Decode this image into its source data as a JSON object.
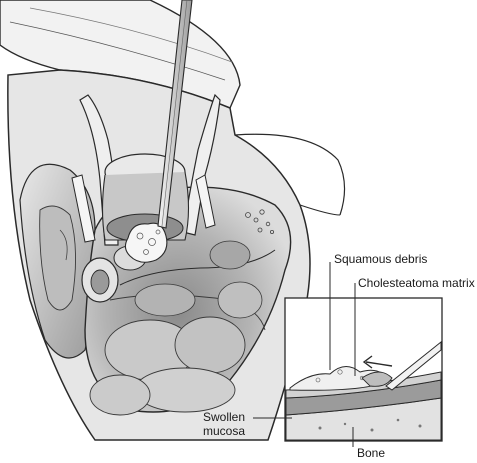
{
  "labels": {
    "squamous_debris": "Squamous debris",
    "cholesteatoma_matrix": "Cholesteatoma matrix",
    "swollen_mucosa": "Swollen mucosa",
    "bone": "Bone"
  },
  "colors": {
    "line": "#2a2a2a",
    "shade_dark": "#6e6e6e",
    "shade_mid": "#a9a9a9",
    "shade_light": "#d8d8d8",
    "paper": "#ffffff"
  }
}
